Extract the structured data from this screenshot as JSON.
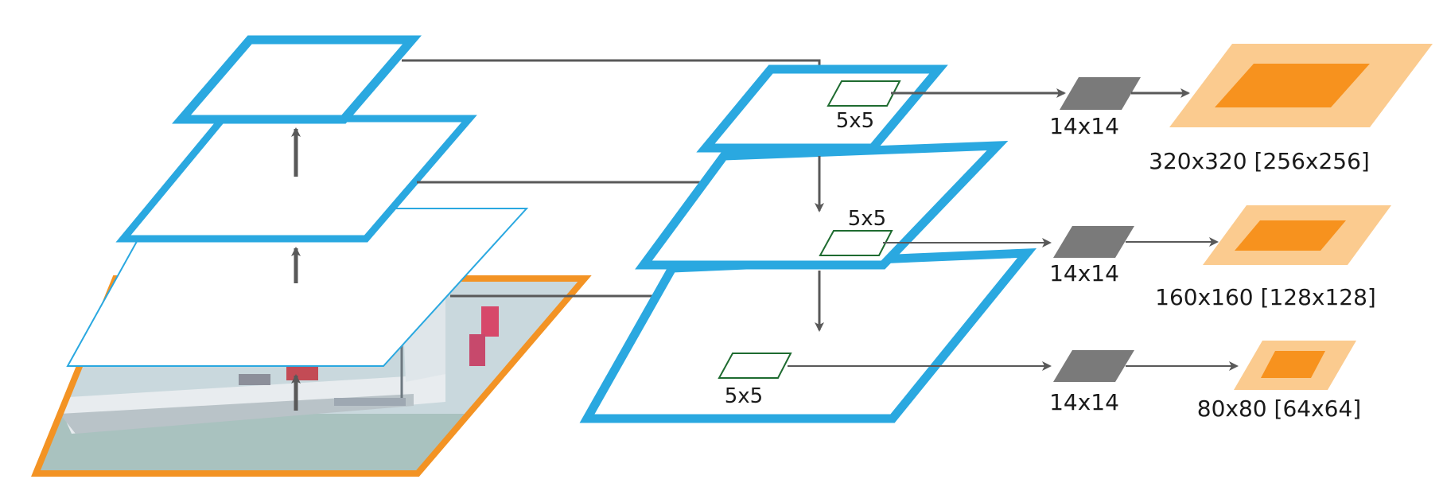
{
  "colors": {
    "pyramid_blue": "#2aa8e0",
    "image_border": "#f39324",
    "arrow": "#595959",
    "window_green": "#1e6b30",
    "feature_gray": "#7a7a7a",
    "mask_outer": "#fbcb8f",
    "mask_inner": "#f7921e"
  },
  "icons": [
    "arrow-right",
    "arrow-down",
    "arrow-up"
  ],
  "background_image": "sailboat-photo",
  "levels": [
    {
      "window_label": "5x5",
      "feature_label": "14x14",
      "output_label": "320x320 [256x256]"
    },
    {
      "window_label": "5x5",
      "feature_label": "14x14",
      "output_label": "160x160 [128x128]"
    },
    {
      "window_label": "5x5",
      "feature_label": "14x14",
      "output_label": "80x80 [64x64]"
    }
  ]
}
